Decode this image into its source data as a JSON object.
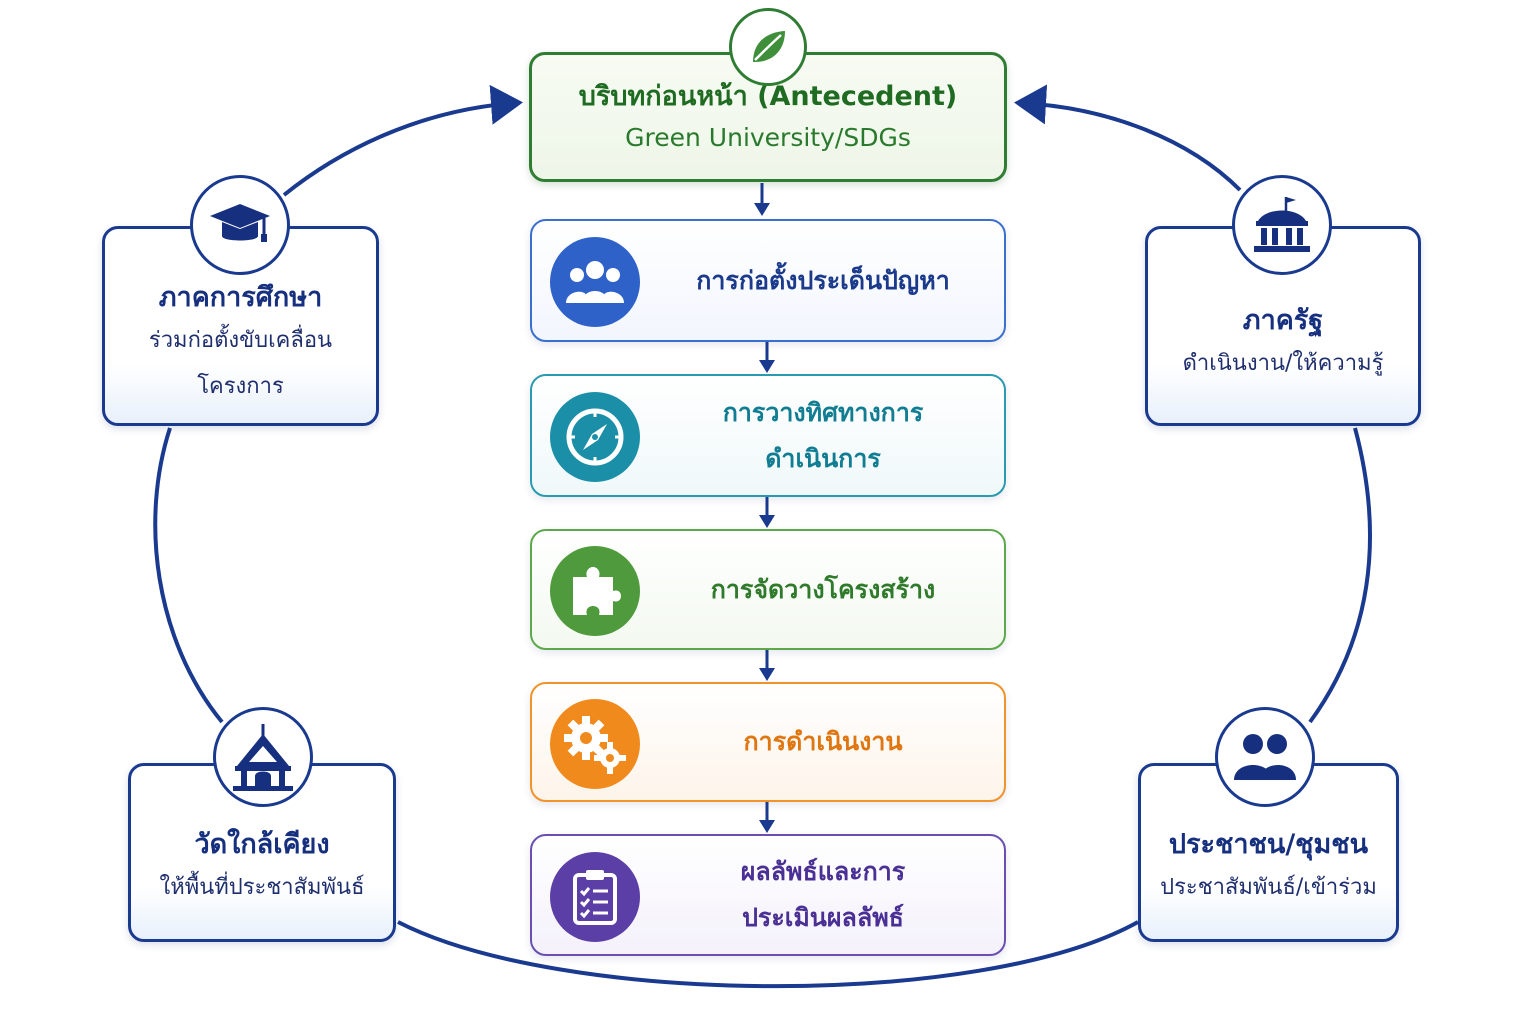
{
  "antecedent": {
    "title": "บริบทก่อนหน้า (Antecedent)",
    "subtitle": "Green University/SDGs",
    "icon": "leaf-icon",
    "color": "#2f7d32"
  },
  "steps": [
    {
      "lines": [
        "การก่อตั้งประเด็นปัญหา"
      ],
      "icon": "group-icon",
      "color": "#2f62c9",
      "border": "#3a6fd0",
      "text_color": "#1b3a8c"
    },
    {
      "lines": [
        "การวางทิศทางการ",
        "ดำเนินการ"
      ],
      "icon": "compass-icon",
      "color": "#1b8fa8",
      "border": "#2a9ab0",
      "text_color": "#117d92"
    },
    {
      "lines": [
        "การจัดวางโครงสร้าง"
      ],
      "icon": "puzzle-icon",
      "color": "#4f9a3c",
      "border": "#5ca84a",
      "text_color": "#2f7a2b"
    },
    {
      "lines": [
        "การดำเนินงาน"
      ],
      "icon": "gears-icon",
      "color": "#f08a1c",
      "border": "#f0932a",
      "text_color": "#e07610"
    },
    {
      "lines": [
        "ผลลัพธ์และการ",
        "ประเมินผลลัพธ์"
      ],
      "icon": "clipboard-checklist-icon",
      "color": "#5b3fa6",
      "border": "#6a4fb0",
      "text_color": "#4a2f95"
    }
  ],
  "stakeholders": {
    "education": {
      "title": "ภาคการศึกษา",
      "lines": [
        "ร่วมก่อตั้งขับเคลื่อน",
        "โครงการ"
      ],
      "icon": "graduation-cap-icon"
    },
    "government": {
      "title": "ภาครัฐ",
      "lines": [
        "ดำเนินงาน/ให้ความรู้"
      ],
      "icon": "government-building-icon"
    },
    "temple": {
      "title": "วัดใกล้เคียง",
      "lines": [
        "ให้พื้นที่ประชาสัมพันธ์"
      ],
      "icon": "temple-icon"
    },
    "community": {
      "title": "ประชาชน/ชุมชน",
      "lines": [
        "ประชาสัมพันธ์/เข้าร่วม"
      ],
      "icon": "people-icon"
    }
  },
  "colors": {
    "navy": "#1a3a8f"
  }
}
